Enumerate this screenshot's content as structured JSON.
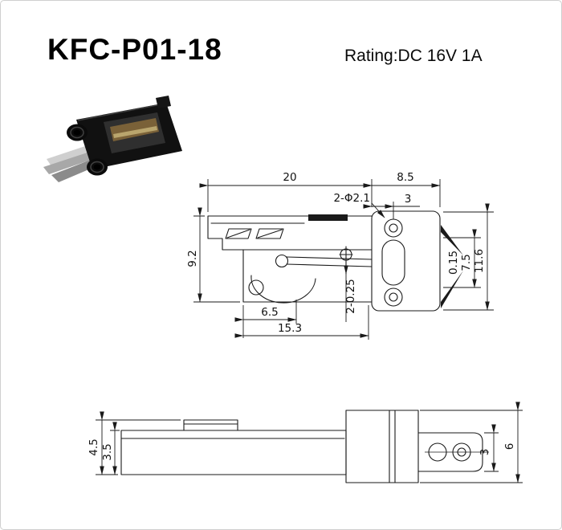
{
  "page": {
    "background": "#ffffff",
    "border_color": "#cfcfcf",
    "ink_color": "#1a1a1a"
  },
  "header": {
    "title": "KFC-P01-18",
    "rating": "Rating:DC 16V 1A"
  },
  "dims": {
    "top_view": {
      "width": "20",
      "flange_width": "8.5",
      "hole_offset": "3",
      "holes": "2-Φ2.1",
      "step": "0.15",
      "inner_height": "7.5",
      "total_height": "11.6",
      "body_height": "9.2",
      "pivot_x": "6.5",
      "pin_x": "15.3",
      "slots": "2-0.25"
    },
    "side_view": {
      "overall_height": "4.5",
      "base_height": "3.5",
      "flange_height": "3",
      "block_height": "6"
    }
  }
}
